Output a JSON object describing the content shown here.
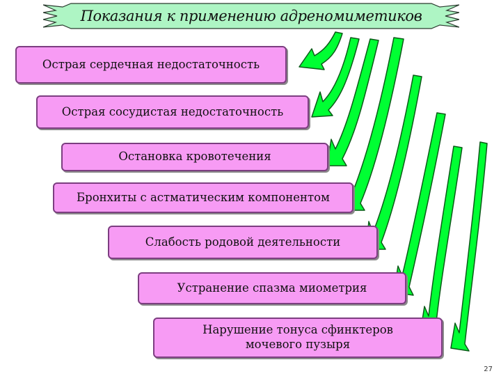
{
  "header": {
    "title": "Показания к применению адреномиметиков"
  },
  "indications": [
    {
      "label": "Острая сердечная недостаточность"
    },
    {
      "label": "Острая сосудистая недостаточность"
    },
    {
      "label": "Остановка кровотечения"
    },
    {
      "label": "Бронхиты с астматическим компонентом"
    },
    {
      "label": "Слабость родовой деятельности"
    },
    {
      "label": "Устранение спазма миометрия"
    },
    {
      "label_lines": [
        "Нарушение тонуса сфинктеров",
        "мочевого пузыря"
      ]
    }
  ],
  "page_number": "27",
  "colors": {
    "box_fill": "#f79bf4",
    "box_border": "#7c3e80",
    "arrow_fill": "#00ff33",
    "banner_fill": "#aef5c4"
  }
}
